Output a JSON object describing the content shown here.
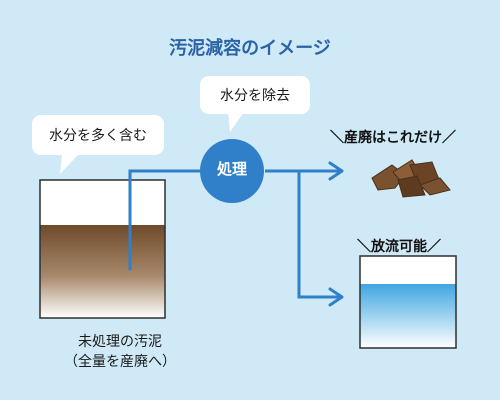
{
  "title": "汚泥減容のイメージ",
  "bubble_left": "水分を多く含む",
  "bubble_top": "水分を除去",
  "process_label": "処理",
  "callout_waste": "＼産廃はこれだけ／",
  "callout_release": "＼放流可能／",
  "caption_line1": "未処理の汚泥",
  "caption_line2": "（全量を産廃へ）",
  "colors": {
    "background": "#cfe9f7",
    "accent_blue": "#2f80c8",
    "title_blue": "#2b63a6",
    "sludge_brown": "#7a5230",
    "water_blue": "#8fd0f0"
  },
  "icons": [
    "sludge-container",
    "waste-pile",
    "water-container",
    "process-circle",
    "flow-arrow"
  ]
}
